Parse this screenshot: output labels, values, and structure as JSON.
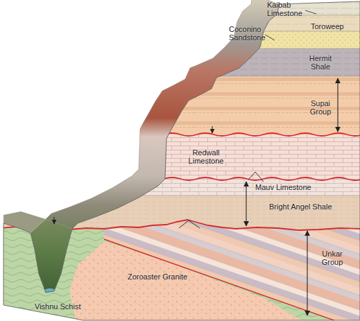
{
  "diagram": {
    "labels": [
      "Kaibab Limestone",
      "Toroweep",
      "Coconino Sandstone",
      "Hermit Shale",
      "Supai Group",
      "Redwall Limestone",
      "Mauv Limestone",
      "Bright Angel Shale",
      "Unkar Group",
      "Vishnu Schist",
      "Zoroaster Granite"
    ]
  }
}
